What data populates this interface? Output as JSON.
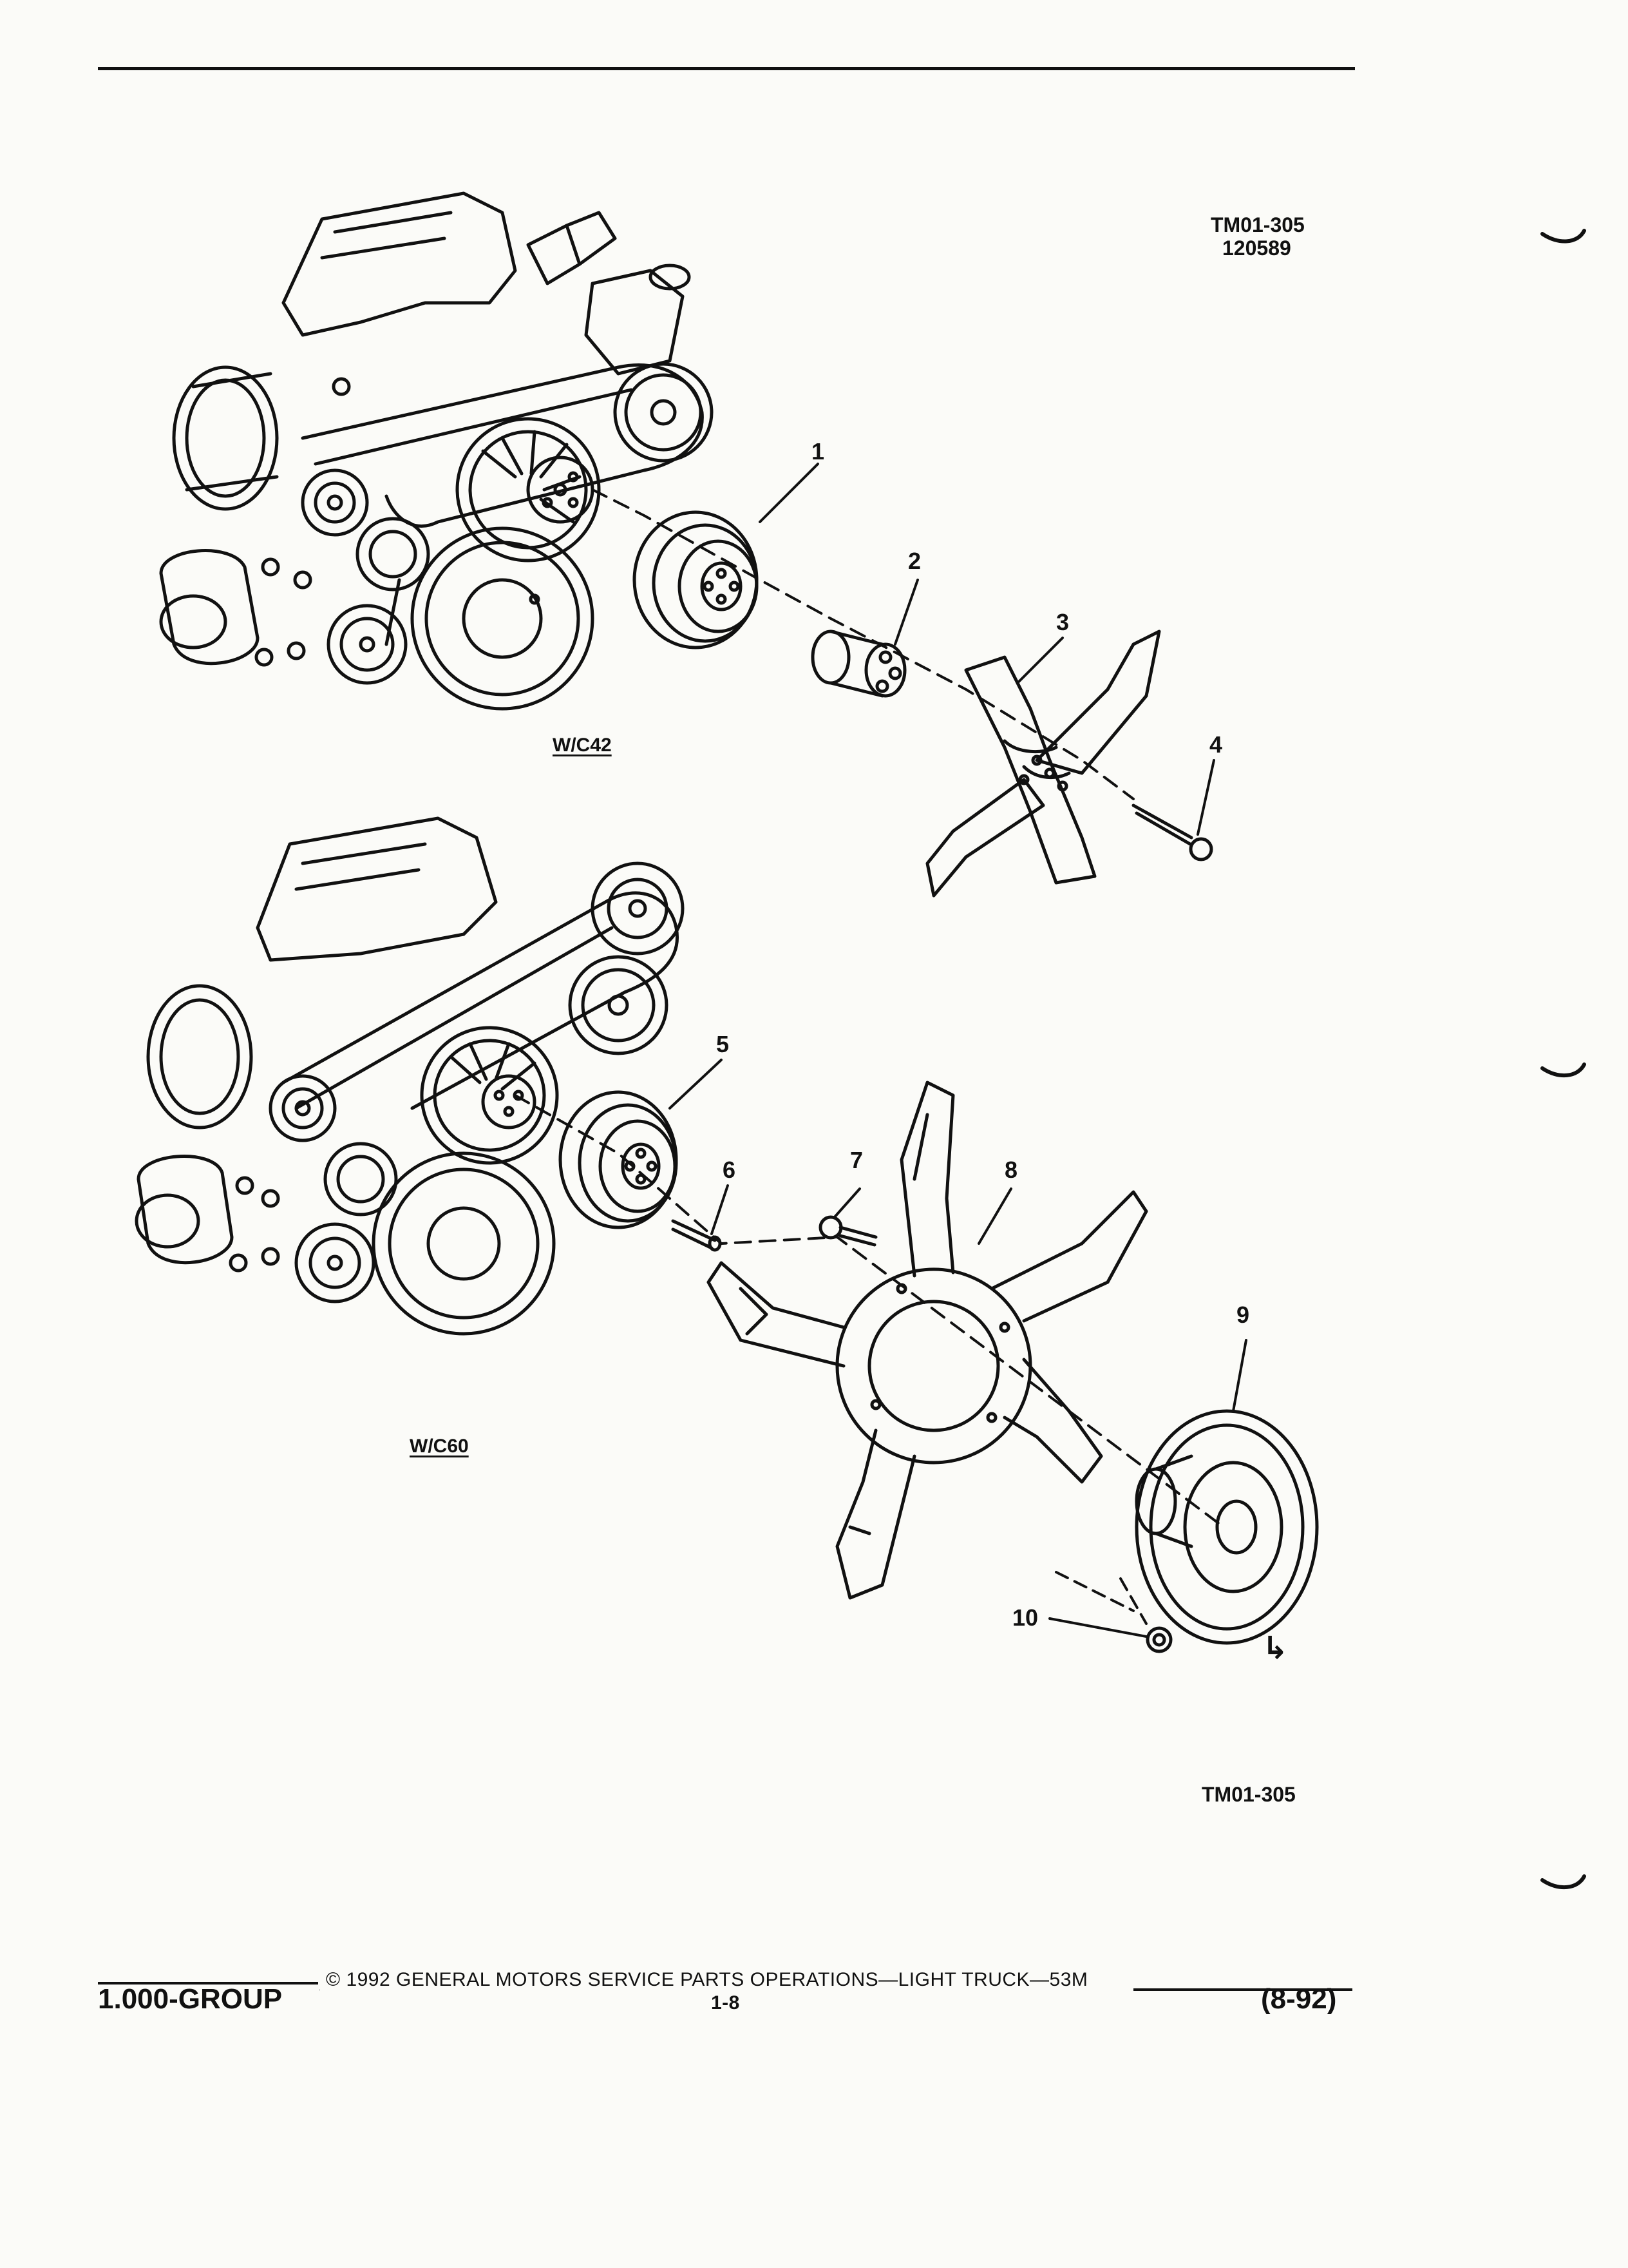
{
  "header": {
    "code": "TM01-305",
    "date_code": "120589"
  },
  "views": {
    "upper_label": "W/C42",
    "lower_label": "W/C60"
  },
  "callouts": [
    "1",
    "2",
    "3",
    "4",
    "5",
    "6",
    "7",
    "8",
    "9",
    "10"
  ],
  "bottom_code": "TM01-305",
  "footer": {
    "group": "1.000-GROUP",
    "copyright": "© 1992 GENERAL MOTORS SERVICE PARTS OPERATIONS—LIGHT TRUCK—53M",
    "page": "1-8",
    "edition": "(8-92)"
  },
  "colors": {
    "ink": "#111111",
    "paper": "#fbfbf8"
  }
}
